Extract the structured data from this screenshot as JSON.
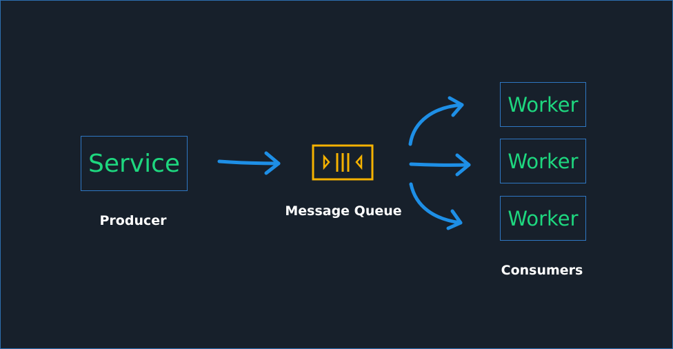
{
  "producer": {
    "box_label": "Service",
    "caption": "Producer"
  },
  "queue": {
    "caption": "Message Queue",
    "icon": "message-queue-icon",
    "color": "#f5b200"
  },
  "consumers": {
    "caption": "Consumers",
    "workers": [
      "Worker",
      "Worker",
      "Worker"
    ]
  },
  "colors": {
    "background": "#17202b",
    "box_border": "#2f78c4",
    "box_text": "#1ed77f",
    "arrow": "#1e8fe6",
    "caption": "#ffffff"
  }
}
